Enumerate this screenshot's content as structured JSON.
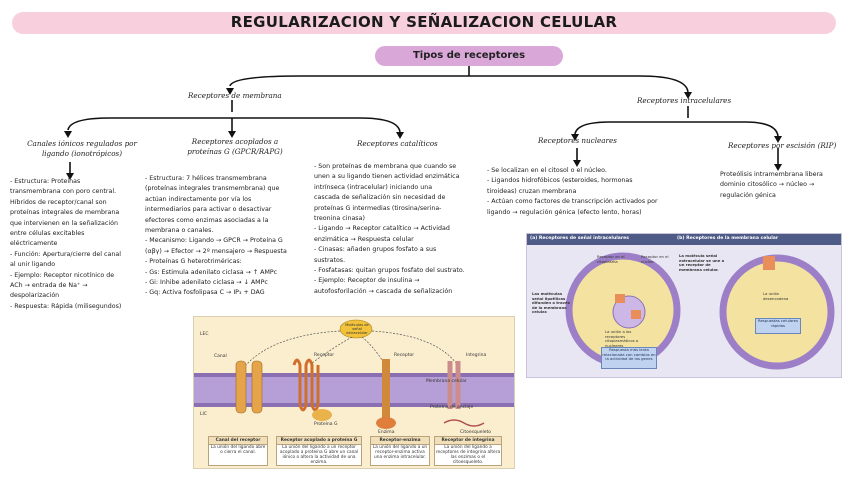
{
  "title": "REGULARIZACION Y SEÑALIZACION CELULAR",
  "subtitle": "Tipos de receptores",
  "branches": {
    "membrana": "Receptores de membrana",
    "intracelulares": "Receptores intracelulares",
    "canales_label": "Canales iónicos regulados por ligando (ionotrópicos)",
    "acoplados_label": "Receptores acoplados a proteínas G (GPCR/RAPG)",
    "cataliticos_label": "Receptores catalíticos",
    "nucleares_label": "Receptores nucleares",
    "escision_label": "Receptores por escisión (RIP)"
  },
  "canales_items": [
    "- Estructura: Proteínas",
    "transmembrana con poro central.",
    "Híbridos de receptor/canal son",
    "proteínas integrales de membrana",
    "que intervienen en la señalización",
    "entre células excitables",
    "eléctricamente",
    "- Función: Apertura/cierre del canal",
    "al unir ligando",
    "- Ejemplo: Receptor nicotínico de",
    "ACh → entrada de Na⁺ →",
    "despolarización",
    "- Respuesta: Rápida (milisegundos)"
  ],
  "acoplados_items": [
    "- Estructura: 7 hélices transmembrana",
    "(proteínas integrales transmembrana) que",
    "actúan indirectamente por vía los",
    "intermediarios para activar o desactivar",
    "efectores como enzimas asociadas a la",
    "membrana o canales.",
    "- Mecanismo: Ligando → GPCR → Proteína G",
    "(αβγ) → Efector → 2º mensajero → Respuesta",
    "- Proteínas G heterotriméricas:",
    "- Gs: Estimula adenilato ciclasa → ↑ AMPc",
    "- Gi: Inhibe adenilato ciclasa → ↓ AMPc",
    "- Gq: Activa fosfolipasa C → IP₃ + DAG"
  ],
  "cataliticos_items": [
    "- Son proteínas de membrana que cuando se",
    "unen a su ligando tienen actividad enzimática",
    "intrínseca (intracelular) iniciando una",
    "cascada de señalización sin necesidad de",
    "proteínas G intermedias (tirosina/serina-",
    "treonina cinasa)",
    "- Ligando → Receptor catalítico → Actividad",
    "enzimática → Respuesta celular",
    "- Cinasas: añaden grupos fosfato a sus",
    "sustratos.",
    "- Fosfatasas: quitan grupos fosfato del sustrato.",
    "- Ejemplo: Receptor de insulina →",
    "autofosforilación → cascada de señalización"
  ],
  "nucleares_items": [
    "- Se localizan en el citosol o el núcleo.",
    "- Ligandos hidrofóbicos (esteroides, hormonas",
    "tiroideas) cruzan membrana",
    "- Actúan como factores de transcripción activados por",
    "ligando → regulación génica (efecto lento, horas)"
  ],
  "escision_items": [
    "Proteólisis intramembrana libera",
    "dominio citosólico → núcleo →",
    "regulación génica"
  ],
  "figure1": {
    "lec": "LEC",
    "lic": "LIC",
    "molecule": "Moléculas de señal extracelular",
    "canal": "Canal",
    "receptor1": "Receptor",
    "receptor2": "Receptor",
    "integrina": "Integrina",
    "membrana": "Membrana celular",
    "proteina_g": "Proteína G",
    "enzima": "Enzima",
    "proteina_ancla": "Proteína de anclaje",
    "citoesqueleto": "Citoesqueleto",
    "boxes": [
      {
        "head": "Canal del receptor",
        "body": "La unión del ligando abre o cierra el canal."
      },
      {
        "head": "Receptor acoplado a proteína G",
        "body": "La unión del ligando a un receptor acoplado a proteína G abre un canal iónico o altera la actividad de una enzima."
      },
      {
        "head": "Receptor-enzima",
        "body": "La unión del ligando a un receptor-enzima activa una enzima intracelular."
      },
      {
        "head": "Receptor de integrina",
        "body": "La unión del ligando a receptores de integrina altera las enzimas o el citoesqueleto."
      }
    ]
  },
  "figure2": {
    "titleA": "(a) Receptores de señal intracelulares",
    "titleB": "(b) Receptores de la membrana celular",
    "receptor_citoplasma": "Receptor en el citoplasma",
    "receptor_nucleo": "Receptor en el núcleo",
    "lipofilicas": "Las moléculas señal lipofílicas difunden a través de la membrana celular.",
    "union_activa": "La unión a los receptores citoplasmáticos o nucleares desencadena",
    "respuesta_lenta": "Respuesta más lenta relacionada con cambios en la actividad de los genes",
    "lipofobica": "La molécula señal extracelular se une a un receptor de membrana celular.",
    "union_desencadena": "La unión desencadena",
    "respuesta_rapida": "Respuestas celulares rápidas"
  },
  "colors": {
    "title_bar": "#f7cfdd",
    "sub_pill": "#d9a7d8",
    "figure1_bg": "#fbeecf",
    "figure2_bg": "#e9e6f3",
    "membrane": "#8b6fb3",
    "receptor": "#d59a33"
  }
}
